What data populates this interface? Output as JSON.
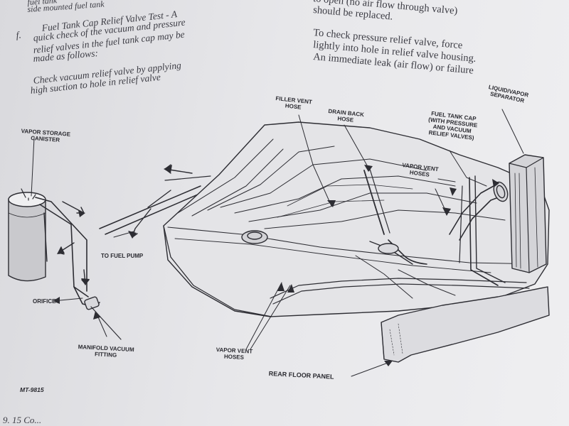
{
  "text_left": {
    "line0a": "fuel tank",
    "line0b": "side mounted fuel tank",
    "item_letter": "f.",
    "item_title": "Fuel Tank Cap Relief Valve Test - A",
    "item_line2": "quick check of the vacuum and pressure",
    "item_line3": "relief valves in the fuel tank cap may be",
    "item_line4": "made as follows:",
    "check_line1": "Check vacuum relief valve by applying",
    "check_line2": "high suction to hole in relief valve"
  },
  "text_right": {
    "line1": "to open (no air flow through valve)",
    "line2": "should be replaced.",
    "line3": "To check pressure relief valve, force",
    "line4": "lightly into hole in relief valve housing.",
    "line5": "An immediate leak (air flow) or failure"
  },
  "labels": {
    "vapor_storage_canister": [
      "VAPOR STORAGE",
      "CANISTER"
    ],
    "filler_vent_hose": [
      "FILLER VENT",
      "HOSE"
    ],
    "drain_back_hose": [
      "DRAIN BACK",
      "HOSE"
    ],
    "fuel_tank_cap": [
      "FUEL TANK CAP",
      "(WITH PRESSURE",
      "AND VACUUM",
      "RELIEF VALVES)"
    ],
    "liquid_vapor_separator": [
      "LIQUID/VAPOR",
      "SEPARATOR"
    ],
    "vapor_vent_hoses_upper": [
      "VAPOR VENT",
      "HOSES"
    ],
    "to_fuel_pump": [
      "TO FUEL PUMP"
    ],
    "orifice": [
      "ORIFICE"
    ],
    "manifold_vacuum_fitting": [
      "MANIFOLD VACUUM",
      "FITTING"
    ],
    "vapor_vent_hoses_lower": [
      "VAPOR VENT",
      "HOSES"
    ],
    "rear_floor_panel": [
      "REAR FLOOR PANEL"
    ]
  },
  "figure_number": "MT-9815",
  "page_footer": "9. 15   Co..."
}
